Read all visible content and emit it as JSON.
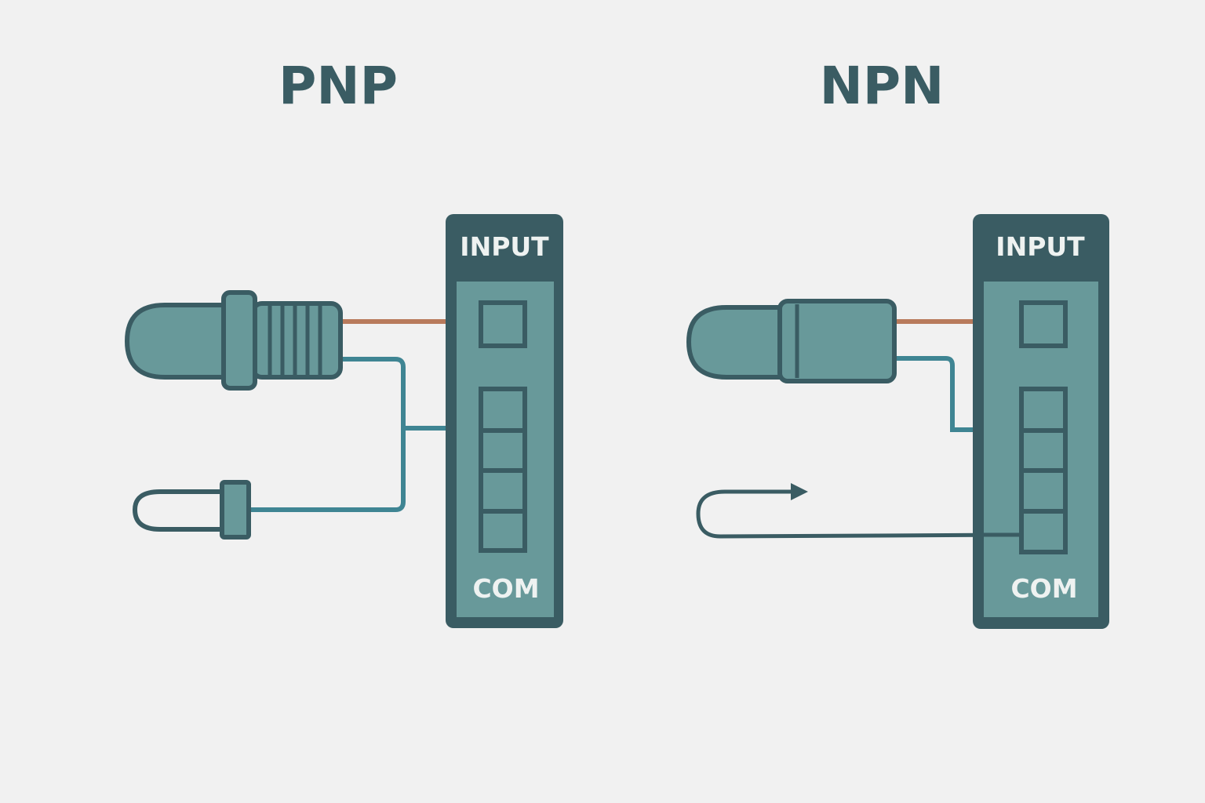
{
  "colors": {
    "background": "#f1f1f1",
    "outline": "#3a5c63",
    "fill": "#68999a",
    "signal_wire": "#b87a5c",
    "common_wire": "#3f8593",
    "text_dark": "#3a5c63",
    "text_light": "#eef2f1"
  },
  "pnp": {
    "title": "PNP",
    "module": {
      "input_label": "INPUT",
      "com_label": "COM",
      "terminal_count": 4
    },
    "sensor_icon": "threaded-cylindrical-sensor-icon",
    "load_icon": "pin-connector-icon"
  },
  "npn": {
    "title": "NPN",
    "module": {
      "input_label": "INPUT",
      "com_label": "COM",
      "terminal_count": 4
    },
    "sensor_icon": "smooth-cylindrical-sensor-icon",
    "loop_icon": "looped-arrow-icon"
  }
}
